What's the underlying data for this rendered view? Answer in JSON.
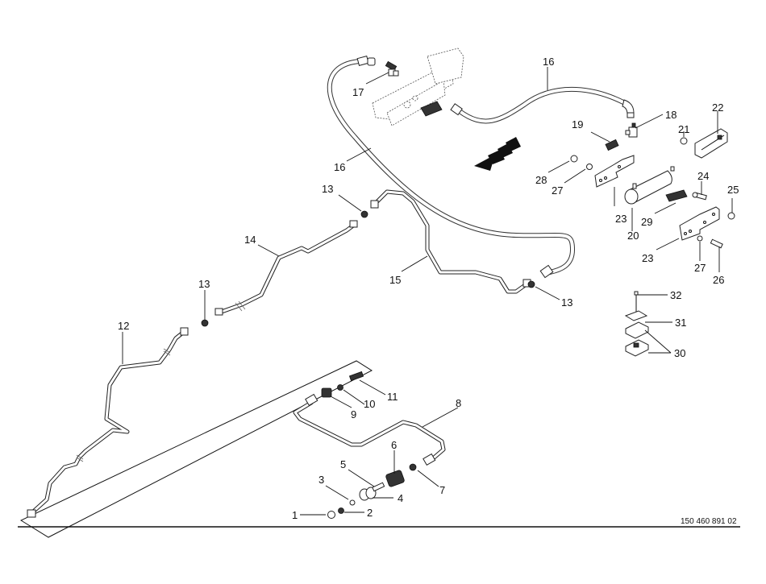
{
  "diagram": {
    "title": "Hydraulic lines exploded parts view",
    "drawing_number": "150 460 891 02",
    "direction_indicator": "travel-direction-arrow",
    "callouts": [
      {
        "id": "c1",
        "label": "1"
      },
      {
        "id": "c2",
        "label": "2"
      },
      {
        "id": "c3",
        "label": "3"
      },
      {
        "id": "c4",
        "label": "4"
      },
      {
        "id": "c5",
        "label": "5"
      },
      {
        "id": "c6",
        "label": "6"
      },
      {
        "id": "c7",
        "label": "7"
      },
      {
        "id": "c8",
        "label": "8"
      },
      {
        "id": "c9",
        "label": "9"
      },
      {
        "id": "c10",
        "label": "10"
      },
      {
        "id": "c11",
        "label": "11"
      },
      {
        "id": "c12",
        "label": "12"
      },
      {
        "id": "c13a",
        "label": "13"
      },
      {
        "id": "c13b",
        "label": "13"
      },
      {
        "id": "c13c",
        "label": "13"
      },
      {
        "id": "c14",
        "label": "14"
      },
      {
        "id": "c15",
        "label": "15"
      },
      {
        "id": "c16a",
        "label": "16"
      },
      {
        "id": "c16b",
        "label": "16"
      },
      {
        "id": "c17",
        "label": "17"
      },
      {
        "id": "c18",
        "label": "18"
      },
      {
        "id": "c19",
        "label": "19"
      },
      {
        "id": "c20",
        "label": "20"
      },
      {
        "id": "c21",
        "label": "21"
      },
      {
        "id": "c22",
        "label": "22"
      },
      {
        "id": "c23a",
        "label": "23"
      },
      {
        "id": "c23b",
        "label": "23"
      },
      {
        "id": "c24",
        "label": "24"
      },
      {
        "id": "c25",
        "label": "25"
      },
      {
        "id": "c26",
        "label": "26"
      },
      {
        "id": "c27a",
        "label": "27"
      },
      {
        "id": "c27b",
        "label": "27"
      },
      {
        "id": "c28",
        "label": "28"
      },
      {
        "id": "c29",
        "label": "29"
      },
      {
        "id": "c30",
        "label": "30"
      },
      {
        "id": "c31",
        "label": "31"
      },
      {
        "id": "c32",
        "label": "32"
      }
    ]
  }
}
